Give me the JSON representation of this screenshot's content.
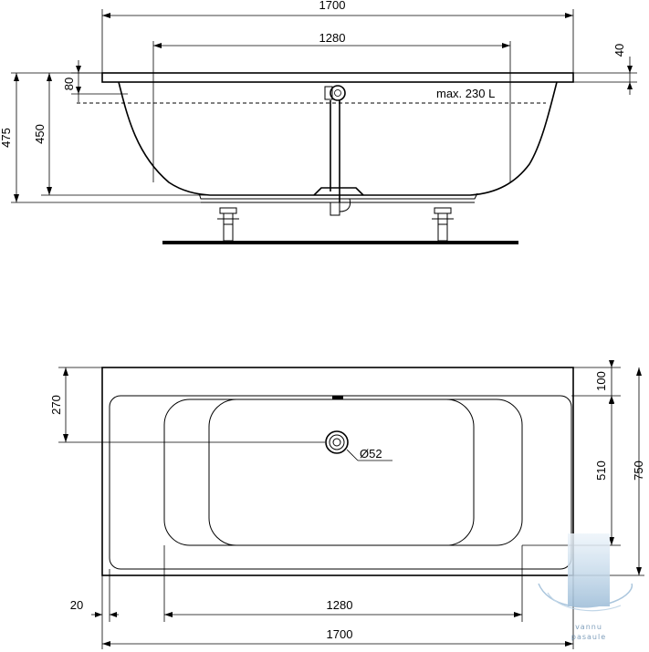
{
  "side_view": {
    "total_length": "1700",
    "inner_length": "1280",
    "rim_height": "40",
    "overflow_height": "80",
    "depth": "450",
    "total_height": "475",
    "capacity": "max. 230 L"
  },
  "top_view": {
    "top_margin": "100",
    "drain_offset": "270",
    "inner_width": "510",
    "total_width": "750",
    "drain_diameter": "Ø52",
    "side_margin": "20",
    "inner_length": "1280",
    "total_length": "1700"
  },
  "watermark": {
    "line1": "vannu",
    "line2": "pasaule"
  },
  "colors": {
    "line": "#000000",
    "watermark": "#6a8fb0",
    "watermark_fill": "#c9dcec"
  }
}
